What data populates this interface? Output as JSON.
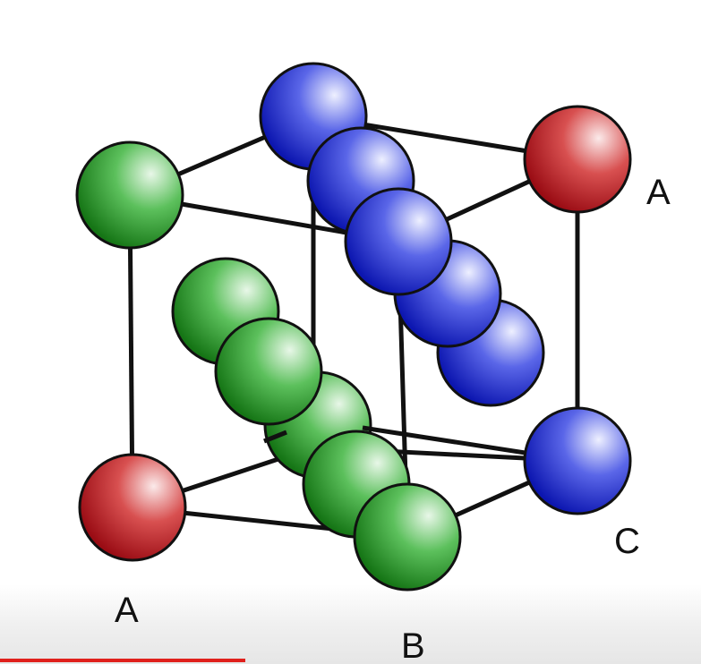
{
  "labels": {
    "top_right": "A",
    "bottom_left": "A",
    "bottom_middle": "B",
    "bottom_right": "C"
  },
  "colors": {
    "green": "#1f8a1f",
    "blue": "#1a28c8",
    "red": "#b0101a",
    "frame": "#111111",
    "progress": "#e0201c"
  },
  "video_progress": 0.35
}
